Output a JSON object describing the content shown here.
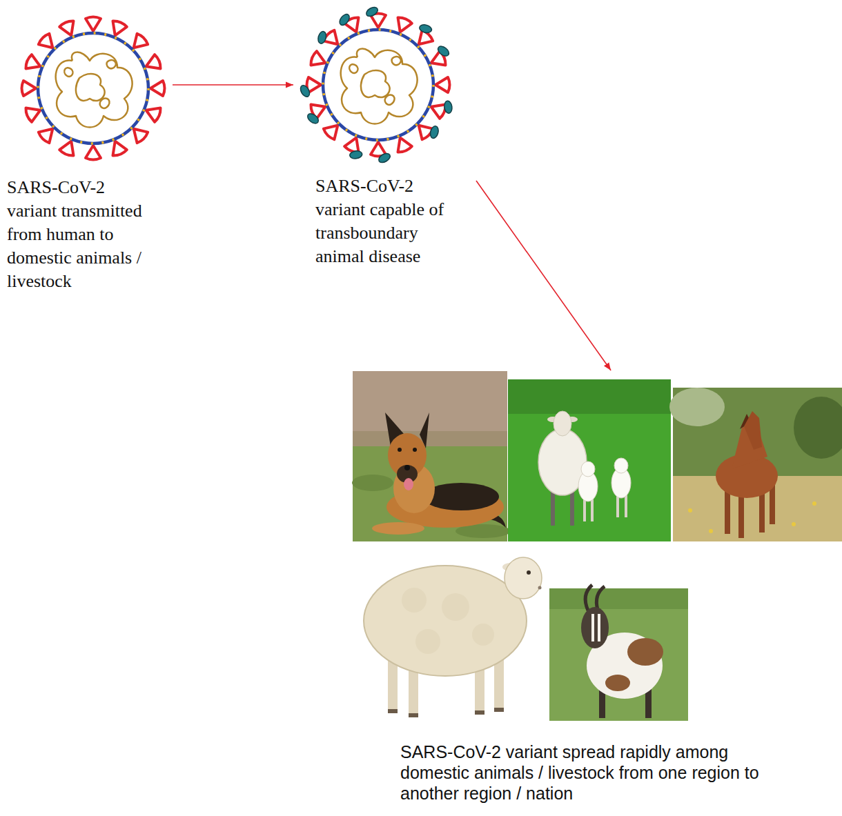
{
  "diagram": {
    "nodes": [
      {
        "text": [
          "SARS-CoV-2 variant transmitted from human to domestic animals / livestock"
        ]
      },
      {
        "text": [
          "SARS-CoV-2 variant capable of transboundary animal disease"
        ]
      },
      {
        "text": [
          "SARS-CoV-2 variant spread rapidly among domestic animals / livestock from one region to another region / nation"
        ]
      }
    ],
    "edges": [
      {
        "from": 0,
        "to": 1,
        "arrow": "to"
      },
      {
        "from": 1,
        "to": 2,
        "arrow": "to"
      }
    ]
  }
}
